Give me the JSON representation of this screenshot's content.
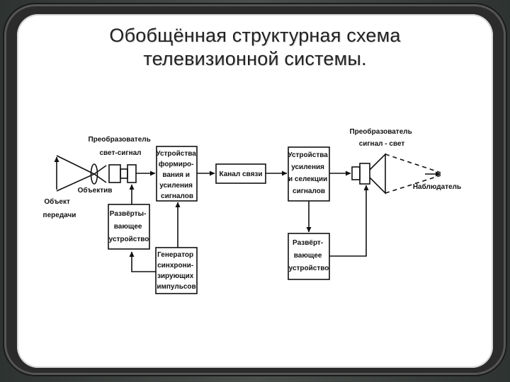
{
  "slide": {
    "title_line1": "Обобщённая структурная схема",
    "title_line2": "телевизионной системы."
  },
  "diagram": {
    "object_label": [
      "Объект",
      "передачи"
    ],
    "lens_label": "Объектив",
    "converter_in": [
      "Преобразователь",
      "свет-сигнал"
    ],
    "converter_out": [
      "Преобразователь",
      "сигнал - свет"
    ],
    "former": [
      "Устройства",
      "формиро-",
      "вания и",
      "усиления",
      "сигналов"
    ],
    "channel": "Канал связи",
    "receiver": [
      "Устройства",
      "усиления",
      "и селекции",
      "сигналов"
    ],
    "sweep_tx": [
      "Развёрты-",
      "вающее",
      "устройство"
    ],
    "generator": [
      "Генератор",
      "синхрони-",
      "зирующих",
      "импульсов"
    ],
    "sweep_rx": [
      "Развёрт-",
      "вающее",
      "устройство"
    ],
    "observer": "Наблюдатель"
  }
}
